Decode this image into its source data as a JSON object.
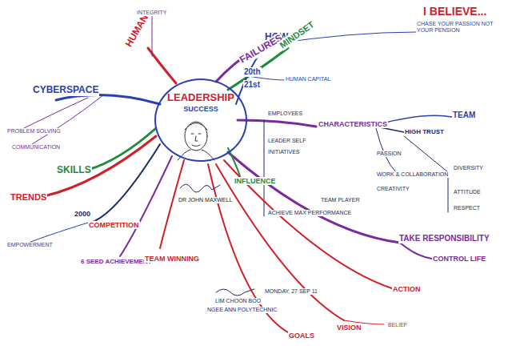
{
  "diagram": {
    "nodes": [
      {
        "text": [
          "LEADERSHIP",
          "SUCCESS"
        ]
      }
    ],
    "labels": [
      "I BELIEVE...",
      "CHASE YOUR PASSION NOT YOUR PENSION",
      "HOW",
      "20th",
      "21st",
      "HUMAN CAPITAL",
      "CHARACTERISTICS",
      "HIGH TRUST",
      "TEAM",
      "WORK & COLLABORATION",
      "TAKE RESPONSIBILITY",
      "CONTROL LIFE",
      "ACTION",
      "VISION",
      "GOALS",
      "INFLUENCE",
      "FAILURES",
      "MINDSET",
      "HUMAN",
      "CYBERSPACE",
      "SKILLS",
      "TRENDS",
      "2000",
      "COMPETITION",
      "6 SEED ACHIEVEMENT",
      "TEAM WINNING",
      "DR JOHN MAXWELL",
      "LIM CHOON BOO",
      "NGEE ANN POLYTECHNIC",
      "MONDAY, 27 SEP 11",
      "EMPLOYEES",
      "LEADER SELF",
      "INITIATIVES",
      "ACHIEVE MAX PERFORMANCE",
      "PASSION",
      "CREATIVITY",
      "DIVERSITY",
      "ATTITUDE",
      "RESPECT",
      "TEAM PLAYER",
      "BELIEF",
      "INTEGRITY",
      "EMPOWERMENT",
      "COMMUNICATION",
      "PROBLEM SOLVING"
    ]
  }
}
